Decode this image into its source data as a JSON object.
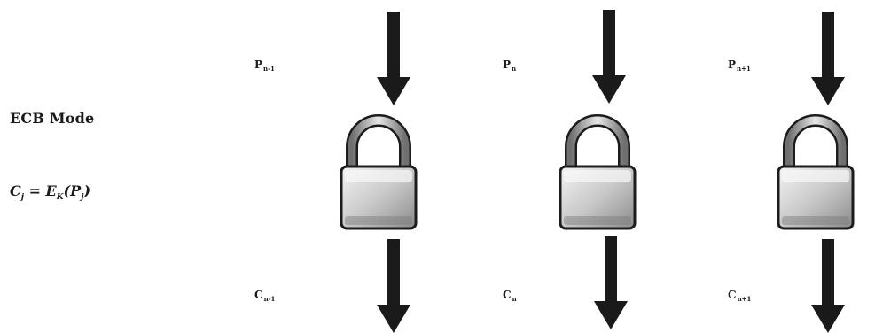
{
  "title": "ECB Mode",
  "formula": {
    "c": "C",
    "c_sub": "j",
    "eq": " = ",
    "e": "E",
    "e_sub": "K",
    "arg_open": "(P",
    "arg_sub": "j",
    "arg_close": ")"
  },
  "blocks": [
    {
      "plaintext": {
        "main": "P",
        "sub": "n-1"
      },
      "ciphertext": {
        "main": "C",
        "sub": "n-1"
      }
    },
    {
      "plaintext": {
        "main": "P",
        "sub": "n"
      },
      "ciphertext": {
        "main": "C",
        "sub": "n"
      }
    },
    {
      "plaintext": {
        "main": "P",
        "sub": "n+1"
      },
      "ciphertext": {
        "main": "C",
        "sub": "n+1"
      }
    }
  ],
  "colors": {
    "arrow": "#1a1a1a",
    "lock_body": "#d9d9d9",
    "lock_shackle": "#b8b8b8",
    "lock_outline": "#1c1c1c"
  }
}
